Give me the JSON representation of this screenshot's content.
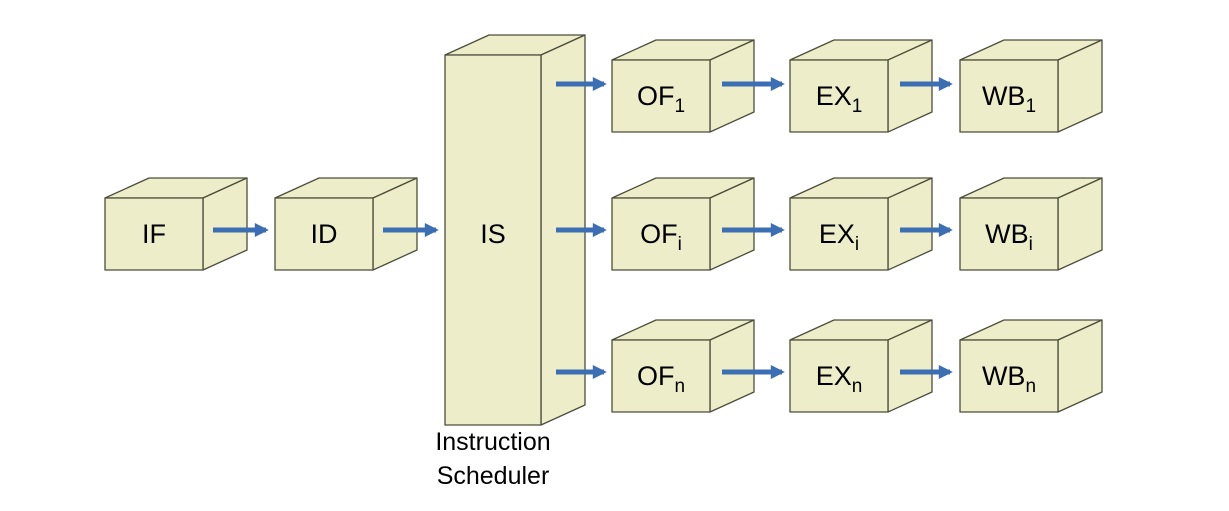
{
  "diagram": {
    "type": "pipeline-block-diagram",
    "colors": {
      "box_fill": "#EDEDC9",
      "box_stroke": "#4D4D3B",
      "arrow": "#3C6EB4",
      "text": "#000000",
      "background": "#FFFFFF"
    },
    "pipeline": {
      "fetch": {
        "label": "IF",
        "sub": ""
      },
      "decode": {
        "label": "ID",
        "sub": ""
      },
      "issue": {
        "label": "IS",
        "sub": ""
      },
      "scheduler_caption": {
        "line1": "Instruction",
        "line2": "Scheduler"
      },
      "lanes": [
        {
          "of": {
            "label": "OF",
            "sub": "1"
          },
          "ex": {
            "label": "EX",
            "sub": "1"
          },
          "wb": {
            "label": "WB",
            "sub": "1"
          }
        },
        {
          "of": {
            "label": "OF",
            "sub": "i"
          },
          "ex": {
            "label": "EX",
            "sub": "i"
          },
          "wb": {
            "label": "WB",
            "sub": "i"
          }
        },
        {
          "of": {
            "label": "OF",
            "sub": "n"
          },
          "ex": {
            "label": "EX",
            "sub": "n"
          },
          "wb": {
            "label": "WB",
            "sub": "n"
          }
        }
      ]
    }
  }
}
